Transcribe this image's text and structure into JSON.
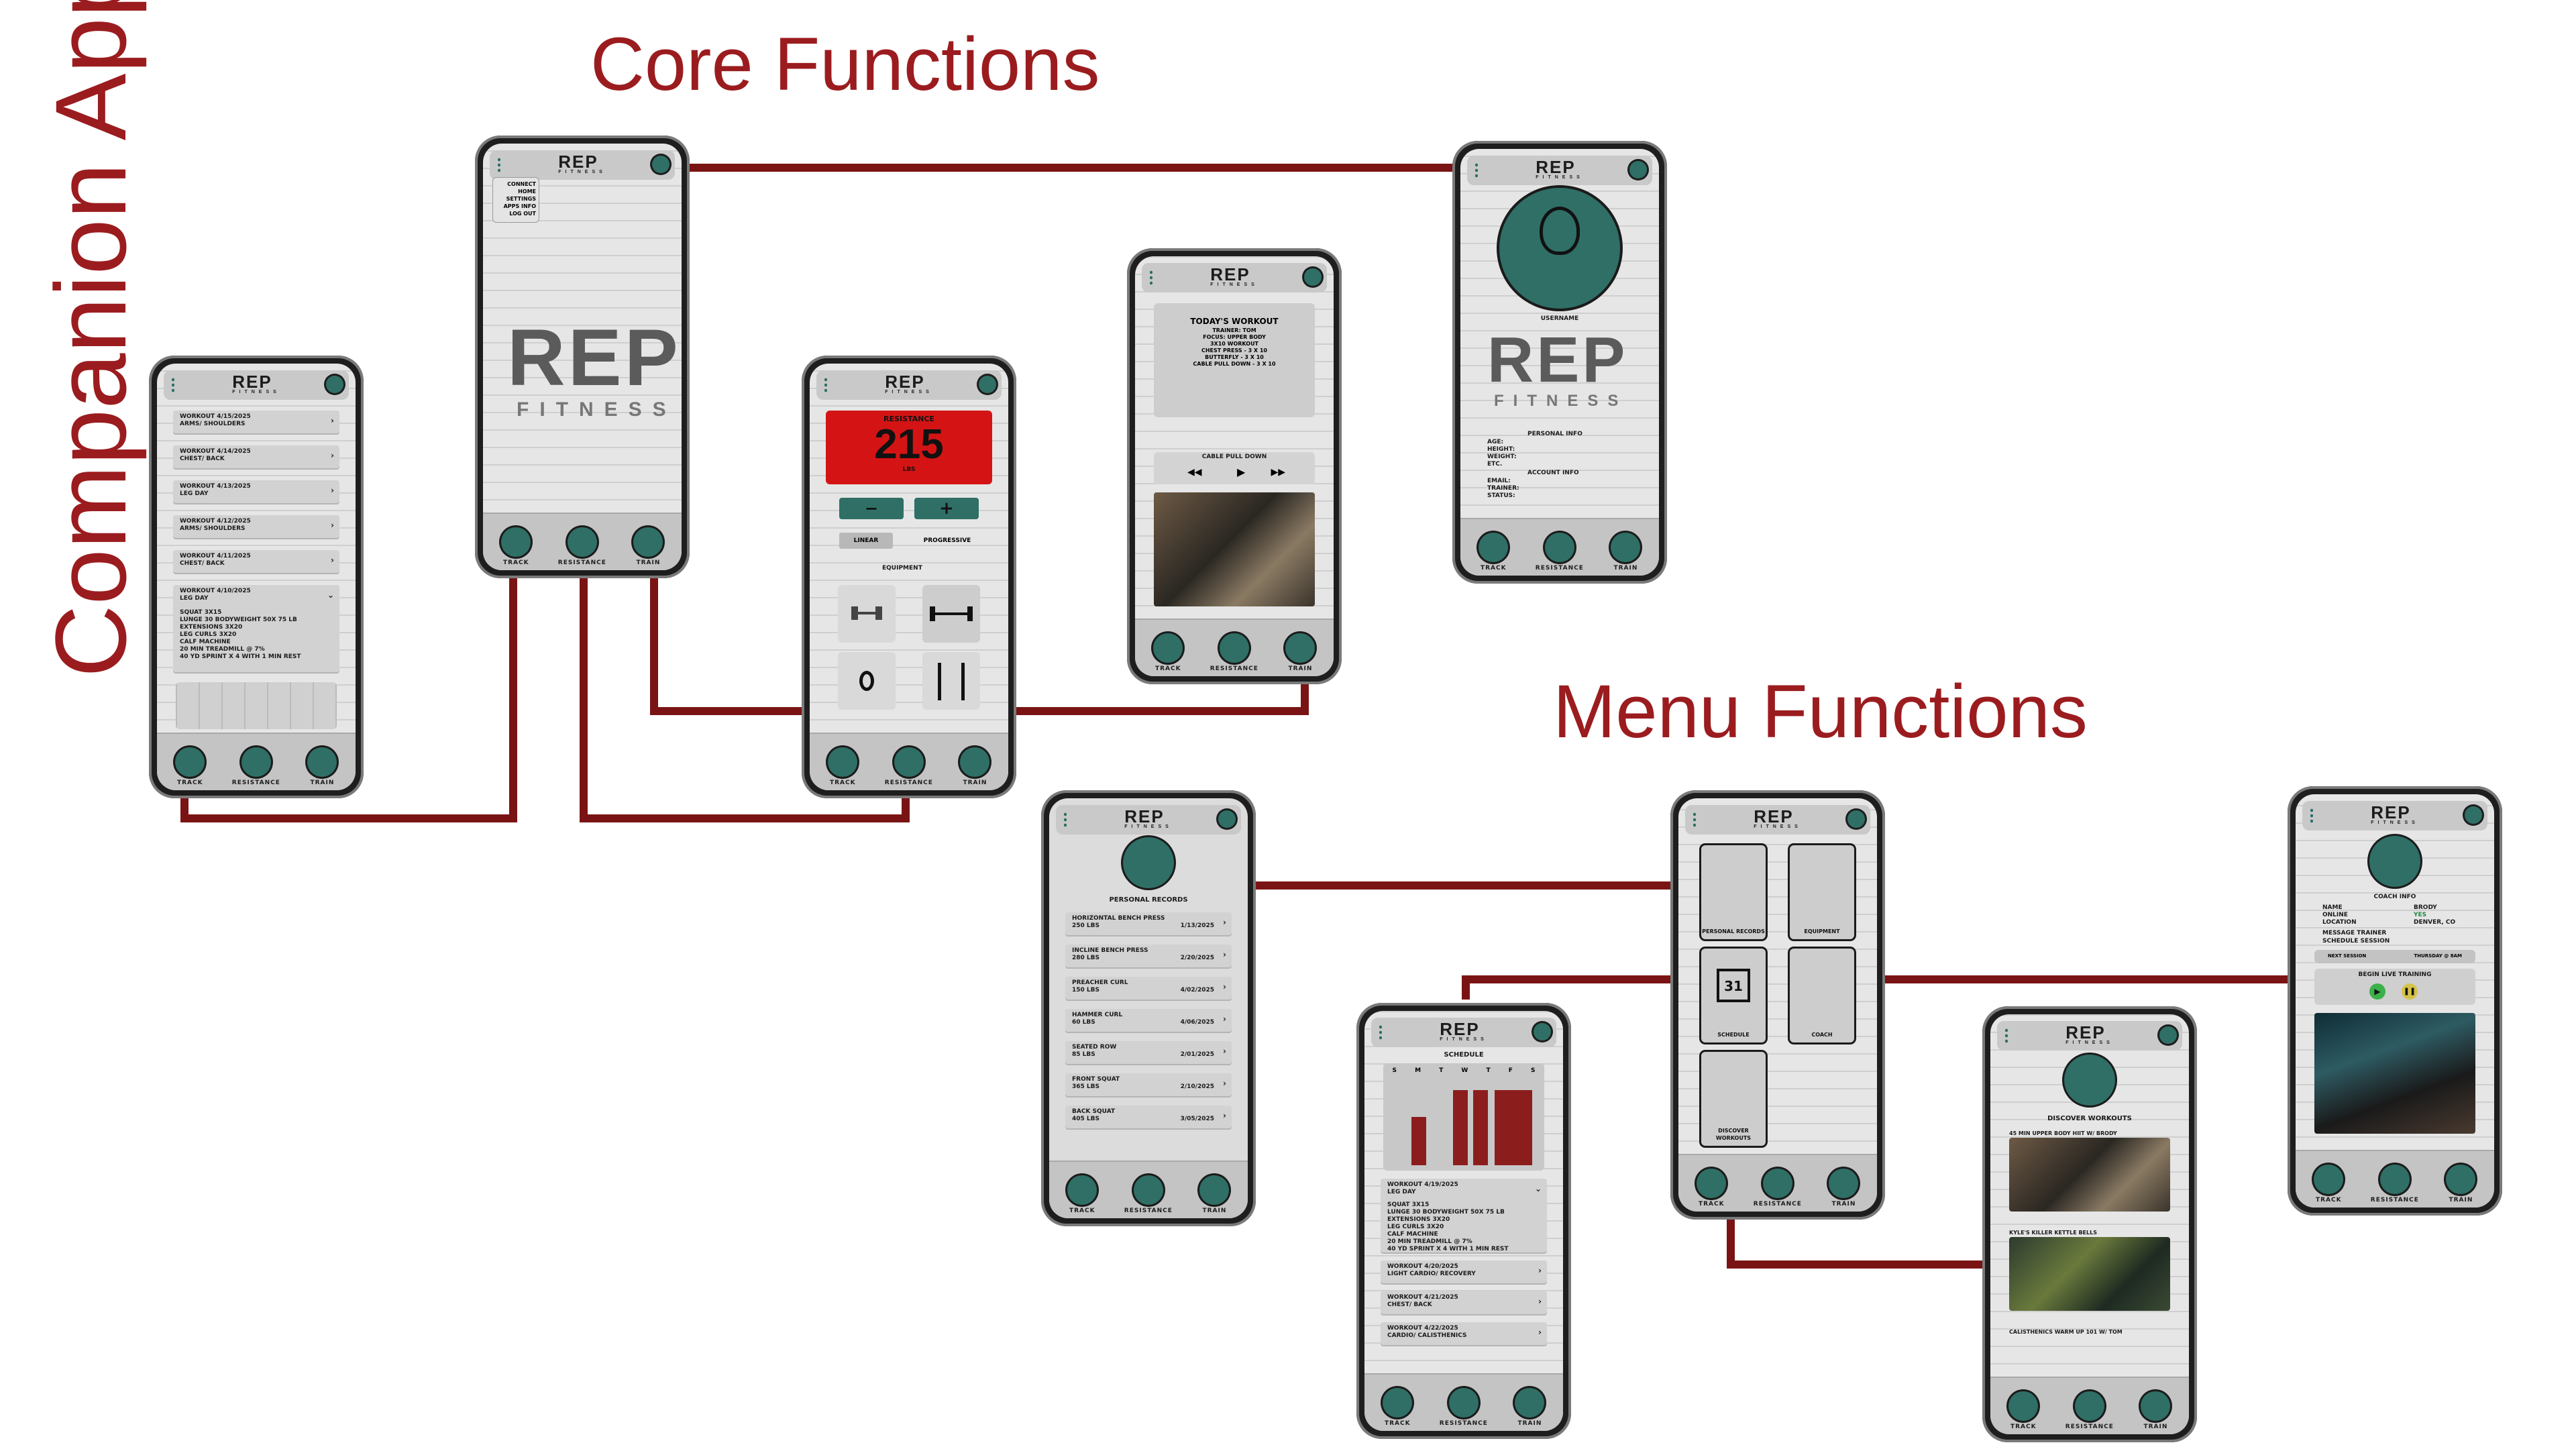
{
  "headings": {
    "core": "Core Functions",
    "menu": "Menu Functions",
    "side": "Companion App"
  },
  "colors": {
    "brand_red": "#9b1c1f",
    "teal": "#2f6f66",
    "connector": "#7a1414"
  },
  "logo": {
    "main": "REP",
    "sub": "FITNESS"
  },
  "nav": {
    "track": "TRACK",
    "resistance": "RESISTANCE",
    "train": "TRAIN"
  },
  "history": {
    "items": [
      {
        "date": "WORKOUT 4/15/2025",
        "name": "ARMS/ SHOULDERS"
      },
      {
        "date": "WORKOUT 4/14/2025",
        "name": "CHEST/ BACK"
      },
      {
        "date": "WORKOUT 4/13/2025",
        "name": "LEG DAY"
      },
      {
        "date": "WORKOUT 4/12/2025",
        "name": "ARMS/ SHOULDERS"
      },
      {
        "date": "WORKOUT 4/11/2025",
        "name": "CHEST/ BACK"
      },
      {
        "date": "WORKOUT 4/10/2025",
        "name": "LEG DAY"
      }
    ],
    "detail": [
      "SQUAT 3X15",
      "LUNGE 30 BODYWEIGHT 50X 75 LB",
      "EXTENSIONS 3X20",
      "LEG CURLS 3X20",
      "CALF MACHINE",
      "20 MIN TREADMILL @ 7%",
      "40 YD SPRINT X 4 WITH 1 MIN REST"
    ]
  },
  "menu": {
    "items": [
      "CONNECT",
      "HOME",
      "SETTINGS",
      "APPS INFO",
      "LOG OUT"
    ]
  },
  "resistance": {
    "label": "RESISTANCE",
    "value": "215",
    "unit": "LBS",
    "minus": "−",
    "plus": "+",
    "linear": "LINEAR",
    "progressive": "PROGRESSIVE",
    "equipment": "EQUIPMENT"
  },
  "today": {
    "title": "TODAY'S WORKOUT",
    "lines": [
      "TRAINER: TOM",
      "FOCUS: UPPER BODY",
      "3X10 WORKOUT",
      "CHEST PRESS - 3 X 10",
      "BUTTERFLY - 3 X 10",
      "CABLE PULL DOWN - 3 X 10"
    ],
    "exercise": "CABLE PULL DOWN"
  },
  "profile": {
    "username": "USERNAME",
    "personal": "PERSONAL INFO",
    "fields": [
      "AGE:",
      "HEIGHT:",
      "WEIGHT:",
      "ETC."
    ],
    "account": "ACCOUNT INFO",
    "fields2": [
      "EMAIL:",
      "TRAINER:",
      "STATUS:"
    ]
  },
  "records": {
    "title": "PERSONAL RECORDS",
    "items": [
      {
        "name": "HORIZONTAL BENCH PRESS",
        "val": "250 LBS",
        "date": "1/13/2025"
      },
      {
        "name": "INCLINE BENCH PRESS",
        "val": "280 LBS",
        "date": "2/20/2025"
      },
      {
        "name": "PREACHER CURL",
        "val": "150 LBS",
        "date": "4/02/2025"
      },
      {
        "name": "HAMMER CURL",
        "val": "60 LBS",
        "date": "4/06/2025"
      },
      {
        "name": "SEATED ROW",
        "val": "85 LBS",
        "date": "2/01/2025"
      },
      {
        "name": "FRONT SQUAT",
        "val": "365 LBS",
        "date": "2/10/2025"
      },
      {
        "name": "BACK SQUAT",
        "val": "405 LBS",
        "date": "3/05/2025"
      }
    ]
  },
  "schedule": {
    "title": "SCHEDULE",
    "days": [
      "S",
      "M",
      "T",
      "W",
      "T",
      "F",
      "S"
    ],
    "items": [
      {
        "date": "WORKOUT 4/19/2025",
        "name": "LEG DAY"
      },
      {
        "date": "WORKOUT 4/20/2025",
        "name": "LIGHT CARDIO/ RECOVERY"
      },
      {
        "date": "WORKOUT 4/21/2025",
        "name": "CHEST/ BACK"
      },
      {
        "date": "WORKOUT 4/22/2025",
        "name": "CARDIO/ CALISTHENICS"
      }
    ],
    "detail": [
      "SQUAT 3X15",
      "LUNGE 30 BODYWEIGHT 50X 75 LB",
      "EXTENSIONS 3X20",
      "LEG CURLS 3X20",
      "CALF MACHINE",
      "20 MIN TREADMILL @ 7%",
      "40 YD SPRINT X 4 WITH 1 MIN REST"
    ]
  },
  "tiles": {
    "records": "PERSONAL RECORDS",
    "equipment": "EQUIPMENT",
    "schedule": "SCHEDULE",
    "cal": "31",
    "coach": "COACH",
    "discover": "DISCOVER WORKOUTS"
  },
  "discover": {
    "title": "DISCOVER WORKOUTS",
    "items": [
      "45 MIN UPPER BODY HIIT W/ BRODY",
      "KYLE'S KILLER KETTLE BELLS",
      "CALISTHENICS WARM UP 101 W/ TOM"
    ]
  },
  "coach": {
    "title": "COACH INFO",
    "fields": [
      {
        "k": "NAME",
        "v": "BRODY"
      },
      {
        "k": "ONLINE",
        "v": "YES"
      },
      {
        "k": "LOCATION",
        "v": "DENVER, CO"
      }
    ],
    "actions": [
      "MESSAGE TRAINER",
      "SCHEDULE SESSION"
    ],
    "sessions": [
      "NEXT SESSION",
      "THURSDAY @ 8AM"
    ],
    "live": "BEGIN LIVE TRAINING"
  }
}
